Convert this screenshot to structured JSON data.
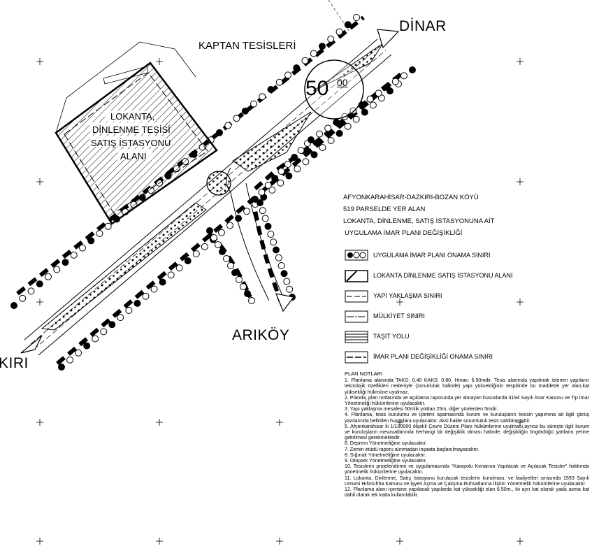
{
  "map": {
    "places": {
      "dinar": "DİNAR",
      "arikoy": "ARIKÖY",
      "dazkiri": "KIRI",
      "kaptan": "KAPTAN TESİSLERİ"
    },
    "speed_sign": {
      "value": "50",
      "sup": "00"
    },
    "area_label": [
      "LOKANTA,",
      "DİNLENME TESİSİ",
      "SATIŞ İSTASYONU",
      "ALANI"
    ]
  },
  "title_block": {
    "line1": "AFYONKARAHİSAR-DAZKIRI-BOZAN KÖYÜ",
    "line2": "519 PARSELDE YER ALAN",
    "line3": "LOKANTA, DİNLENME, SATIŞ İSTASYONUNA AİT",
    "line4": "UYGULAMA İMAR PLANI DEĞİŞİKLİĞİ"
  },
  "legend": [
    {
      "id": "onama",
      "label": "UYGULAMA İMAR PLANI ONAMA SINIRI"
    },
    {
      "id": "lokanta",
      "label": "LOKANTA DİNLENME SATIŞ İSTASYONU ALANI"
    },
    {
      "id": "yapi",
      "label": "YAPI YAKLAŞMA SINIRI"
    },
    {
      "id": "mulkiyet",
      "label": "MÜLKİYET SINIRI"
    },
    {
      "id": "tasit",
      "label": "TAŞIT YOLU"
    },
    {
      "id": "degisiklik",
      "label": "İMAR PLANI DEĞİŞİKLİĞİ ONAMA SINIRI"
    }
  ],
  "notes": {
    "title": "PLAN NOTLARI",
    "items": [
      "1. Planlama alanında TAKS: 0.40 KAKS: 0.80, Hmax: 6.50mdir. Tesis alanında yapılmak istenen yapıların teknolojik özellikleri nedeniyle (zorunluluk halinde) yapı yüksekliğinin tespitinde bu maddede yer alan,kat yüksekliği hükmüne uyulmaz.",
      "2. Planda, plan notlarında ve açıklama raporunda yer almayan hususlarda 3194 Sayılı İmar Kanunu ve Tip İmar Yönetmeliği hükümlerine uyulacaktır.",
      "3. Yapı yaklaşma mesafesi 50mlik yoldan 25m, diğer yönlerden 5mdir.",
      "4. Planlama, tesis kurulumu ve işletimi aşamasında kurum ve kuruluşların tesisin yapımına ait ilgili görüş yazılarında belirtilen hususlara uyulacaktır. Aksi halde sorumluluk tesis sahibine aittir.",
      "5. Afyonkarahisar ili 1/100000 ölçekli Çevre Düzeni Planı hükümlerine uyulması,ayrıca bu süreçte ilgili kurum ve kuruluşların mevzuatlarında herhangi bir değişiklik olması halinde, değişikliğin öngördüğü şartların yerine getirilmesi gerekmektedir.",
      "6. Deprem Yönetmeliğine uyulacaktır.",
      "7. Zemin etüdü raporu alınmadan inşaata başlanılmayacaktır.",
      "8. Sığınak Yönetmeliğine uyulacaktır.",
      "9. Otopark Yönetmeliğine uyulacaktır.",
      "10. Tesislerin projelendirme ve uygulamasında \"Karayolu Kenarına Yapılacak ve Açılacak Tesisler\" hakkında yönetmelik hükümlerine uyulacaktır.",
      "11. Lokanta, Dinlenme, Satış İstasyonu kurulacak tesislerin kurulması, ve faaliyetleri sırasında 1593 Sayılı Umumi Hıfzısıhha Kanunu ve İşyeri Açma ve Çalışma Ruhsatlarına İlişkin Yönetmelik hükümlerine uyulacaktır.",
      "12. Planlama alanı içerisine yapılacak yapılarda kat yüksekliği olan 6.50m., iki ayrı kat olarak yada asma kat dahil olarak tek katta kullanılabilir."
    ]
  }
}
